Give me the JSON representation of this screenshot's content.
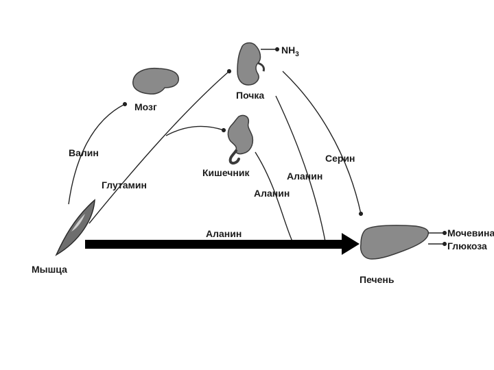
{
  "organs": {
    "brain": "Мозг",
    "kidney": "Почка",
    "intestine": "Кишечник",
    "muscle": "Мышца",
    "liver": "Печень"
  },
  "kidney_product_main": "NH",
  "kidney_product_sub": "3",
  "liver_products": [
    "Мочевина",
    "Глюкоза"
  ],
  "flows": {
    "valine": "Валин",
    "glutamine": "Глутамин",
    "serine": "Серин",
    "alanine_kidney": "Аланин",
    "alanine_intestine": "Аланин",
    "alanine_muscle": "Аланин"
  },
  "colors": {
    "organ_fill": "#8a8a8a",
    "line": "#222222",
    "main_arrow": "#000000"
  }
}
